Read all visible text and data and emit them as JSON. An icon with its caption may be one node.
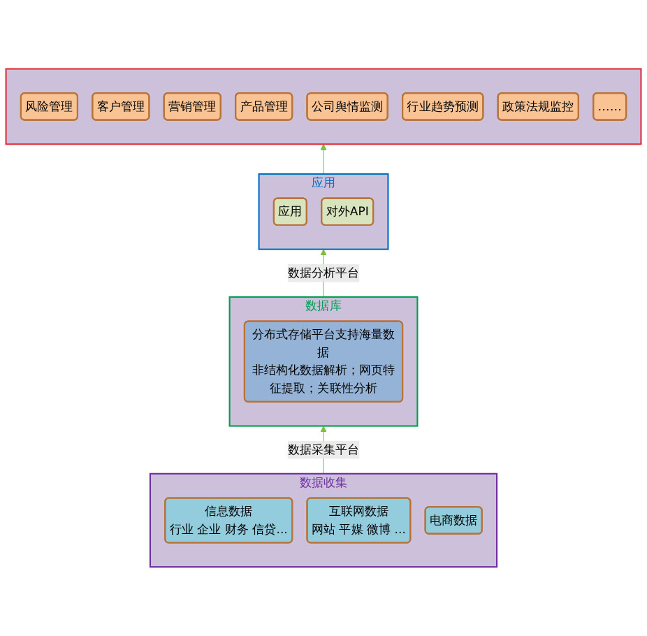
{
  "diagram": {
    "nodes": [
      {
        "text": [],
        "shape": "box"
      },
      {
        "text": [
          "风险管理"
        ],
        "in": 0
      },
      {
        "text": [
          "客户管理"
        ],
        "in": 0
      },
      {
        "text": [
          "营销管理"
        ],
        "in": 0
      },
      {
        "text": [
          "产品管理"
        ],
        "in": 0
      },
      {
        "text": [
          "公司舆情监测"
        ],
        "in": 0
      },
      {
        "text": [
          "行业趋势预测"
        ],
        "in": 0
      },
      {
        "text": [
          "政策法规监控"
        ],
        "in": 0
      },
      {
        "text": [
          "……"
        ],
        "in": 0
      },
      {
        "text": [
          "应用"
        ]
      },
      {
        "text": [
          "应用"
        ],
        "in": 9
      },
      {
        "text": [
          "对外API"
        ],
        "in": 9
      },
      {
        "text": [
          "数据库"
        ]
      },
      {
        "text": [
          "分布式存储平台支持海量数据",
          "非结构化数据解析；网页特征提取；关联性分析"
        ],
        "in": 12
      },
      {
        "text": [
          "数据收集"
        ]
      },
      {
        "text": [
          "信息数据",
          "行业 企业 财务 信贷..."
        ],
        "in": 14
      },
      {
        "text": [
          "互联网数据",
          "网站 平媒 微博 ..."
        ],
        "in": 14
      },
      {
        "text": [
          "电商数据"
        ],
        "in": 14
      }
    ],
    "edges": [
      {
        "from": 9,
        "to": 0,
        "arrow": "to"
      },
      {
        "from": 12,
        "to": 9,
        "arrow": "to",
        "label": "数据分析平台"
      },
      {
        "from": 14,
        "to": 12,
        "arrow": "to",
        "label": "数据采集平台"
      }
    ]
  }
}
